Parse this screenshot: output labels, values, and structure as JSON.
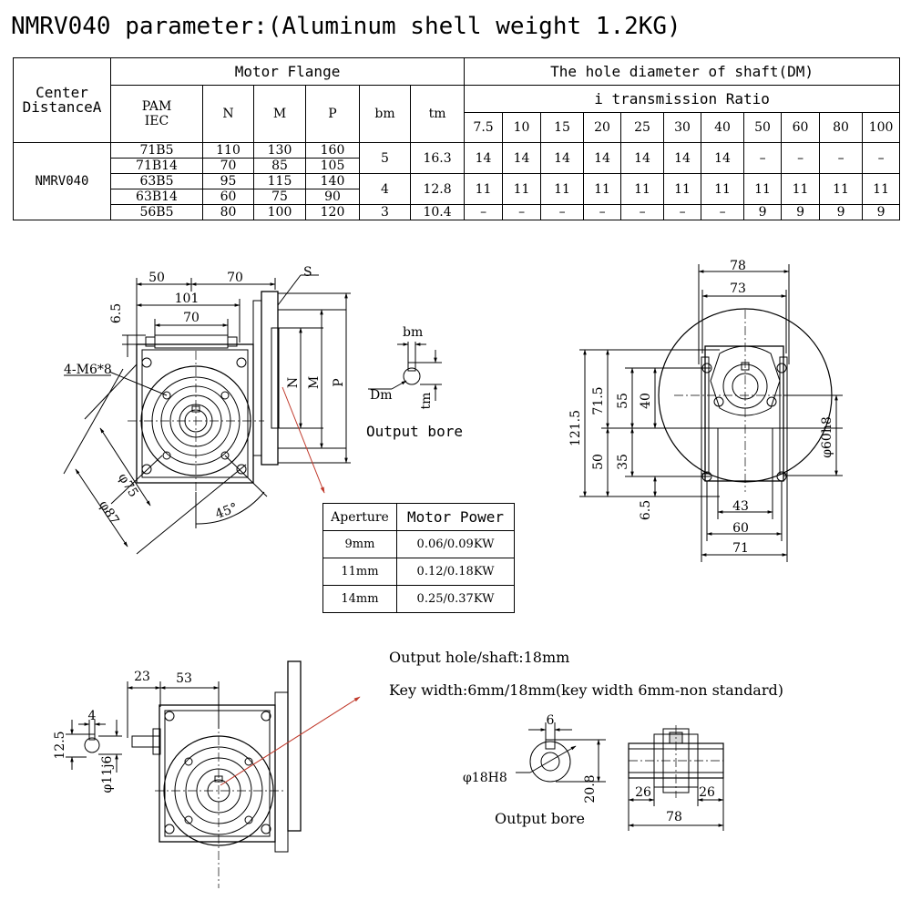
{
  "title": "NMRV040 parameter:(Aluminum shell weight 1.2KG)",
  "table": {
    "center_distance_label_1": "Center",
    "center_distance_label_2": "DistanceA",
    "motor_flange_label": "Motor Flange",
    "shaft_label": "The hole diameter of shaft(DM)",
    "ratio_label": "i transmission Ratio",
    "pam_label_1": "PAM",
    "pam_label_2": "IEC",
    "col_n": "N",
    "col_m": "M",
    "col_p": "P",
    "col_bm": "bm",
    "col_tm": "tm",
    "ratios": [
      "7.5",
      "10",
      "15",
      "20",
      "25",
      "30",
      "40",
      "50",
      "60",
      "80",
      "100"
    ],
    "model": "NMRV040",
    "flanges": [
      {
        "pam": "71B5",
        "n": "110",
        "m": "130",
        "p": "160"
      },
      {
        "pam": "71B14",
        "n": "70",
        "m": "85",
        "p": "105"
      },
      {
        "pam": "63B5",
        "n": "95",
        "m": "115",
        "p": "140"
      },
      {
        "pam": "63B14",
        "n": "60",
        "m": "75",
        "p": "90"
      },
      {
        "pam": "56B5",
        "n": "80",
        "m": "100",
        "p": "120"
      }
    ],
    "groups": [
      {
        "bm": "5",
        "tm": "16.3",
        "holes": [
          "14",
          "14",
          "14",
          "14",
          "14",
          "14",
          "14",
          "–",
          "–",
          "–",
          "–"
        ]
      },
      {
        "bm": "4",
        "tm": "12.8",
        "holes": [
          "11",
          "11",
          "11",
          "11",
          "11",
          "11",
          "11",
          "11",
          "11",
          "11",
          "11"
        ]
      },
      {
        "bm": "3",
        "tm": "10.4",
        "holes": [
          "–",
          "–",
          "–",
          "–",
          "–",
          "–",
          "–",
          "9",
          "9",
          "9",
          "9"
        ]
      }
    ]
  },
  "front_view": {
    "dim_50": "50",
    "dim_70_top": "70",
    "dim_101": "101",
    "dim_70": "70",
    "dim_6_5": "6.5",
    "s_label": "S",
    "n_label": "N",
    "m_label": "M",
    "p_label": "P",
    "holes_label": "4-M6*8",
    "phi75": "φ75",
    "phi87": "φ87",
    "angle": "45°"
  },
  "bore_detail": {
    "bm": "bm",
    "dm": "Dm",
    "tm": "tm",
    "caption": "Output bore"
  },
  "power_table": {
    "header_aperture": "Aperture",
    "header_power": "Motor Power",
    "rows": [
      {
        "aperture": "9mm",
        "power": "0.06/0.09KW"
      },
      {
        "aperture": "11mm",
        "power": "0.12/0.18KW"
      },
      {
        "aperture": "14mm",
        "power": "0.25/0.37KW"
      }
    ]
  },
  "side_view": {
    "dim_78": "78",
    "dim_73": "73",
    "dim_121_5": "121.5",
    "dim_71_5": "71.5",
    "dim_55": "55",
    "dim_40": "40",
    "dim_50": "50",
    "dim_35": "35",
    "dim_6_5": "6.5",
    "dim_43": "43",
    "dim_60": "60",
    "dim_71": "71",
    "phi60": "φ60h8"
  },
  "shaft_view": {
    "dim_23": "23",
    "dim_53": "53",
    "dim_4": "4",
    "dim_12_5": "12.5",
    "phi11": "φ11j6"
  },
  "output_notes": {
    "line1": "Output hole/shaft:18mm",
    "line2": "Key width:6mm/18mm(key width 6mm-non standard)",
    "dim_6": "6",
    "phi18": "φ18H8",
    "dim_20_8": "20.8",
    "caption": "Output bore",
    "dim_26a": "26",
    "dim_26b": "26",
    "dim_78": "78"
  },
  "colors": {
    "leader_red": "#c0392b"
  }
}
